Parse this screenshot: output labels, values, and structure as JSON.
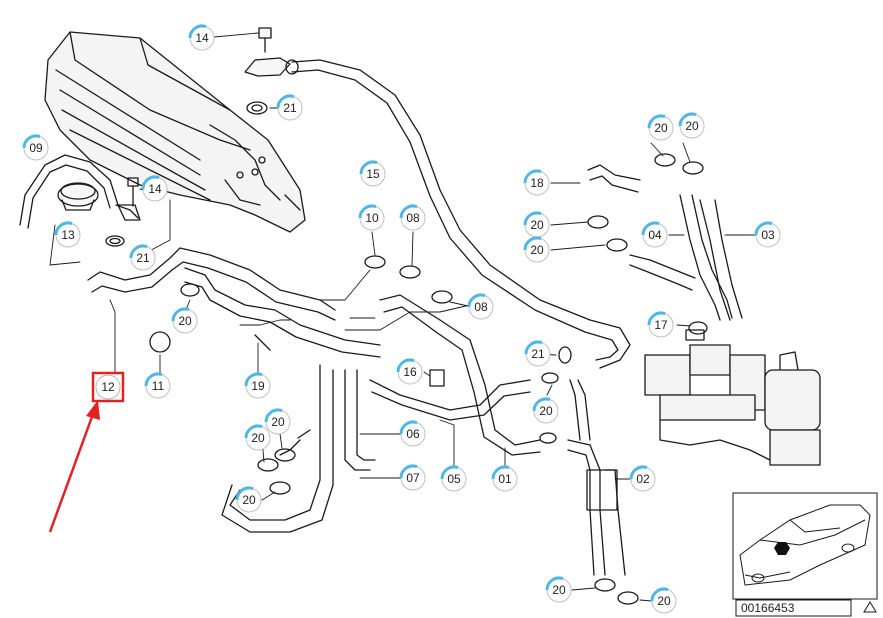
{
  "diagram": {
    "highlight_color": "#e32222",
    "callout_ring_color": "#4fb7e6",
    "line_color": "#1a1a1a",
    "document_number": "00166453",
    "callouts": [
      {
        "id": "c14a",
        "label": "14"
      },
      {
        "id": "c21a",
        "label": "21"
      },
      {
        "id": "c09",
        "label": "09"
      },
      {
        "id": "c14b",
        "label": "14"
      },
      {
        "id": "c13",
        "label": "13"
      },
      {
        "id": "c21b",
        "label": "21"
      },
      {
        "id": "c15",
        "label": "15"
      },
      {
        "id": "c10",
        "label": "10"
      },
      {
        "id": "c08a",
        "label": "08"
      },
      {
        "id": "c08b",
        "label": "08"
      },
      {
        "id": "c20a",
        "label": "20"
      },
      {
        "id": "c20b",
        "label": "20"
      },
      {
        "id": "c18",
        "label": "18"
      },
      {
        "id": "c20c",
        "label": "20"
      },
      {
        "id": "c04",
        "label": "04"
      },
      {
        "id": "c03",
        "label": "03"
      },
      {
        "id": "c20d",
        "label": "20"
      },
      {
        "id": "c17",
        "label": "17"
      },
      {
        "id": "c20e",
        "label": "20"
      },
      {
        "id": "c12",
        "label": "12",
        "highlighted": true
      },
      {
        "id": "c11",
        "label": "11"
      },
      {
        "id": "c19",
        "label": "19"
      },
      {
        "id": "c16",
        "label": "16"
      },
      {
        "id": "c21c",
        "label": "21"
      },
      {
        "id": "c20f",
        "label": "20"
      },
      {
        "id": "c20g",
        "label": "20"
      },
      {
        "id": "c20h",
        "label": "20"
      },
      {
        "id": "c06",
        "label": "06"
      },
      {
        "id": "c07",
        "label": "07"
      },
      {
        "id": "c05",
        "label": "05"
      },
      {
        "id": "c01",
        "label": "01"
      },
      {
        "id": "c02",
        "label": "02"
      },
      {
        "id": "c20i",
        "label": "20"
      },
      {
        "id": "c20j",
        "label": "20"
      },
      {
        "id": "c20k",
        "label": "20"
      }
    ]
  }
}
